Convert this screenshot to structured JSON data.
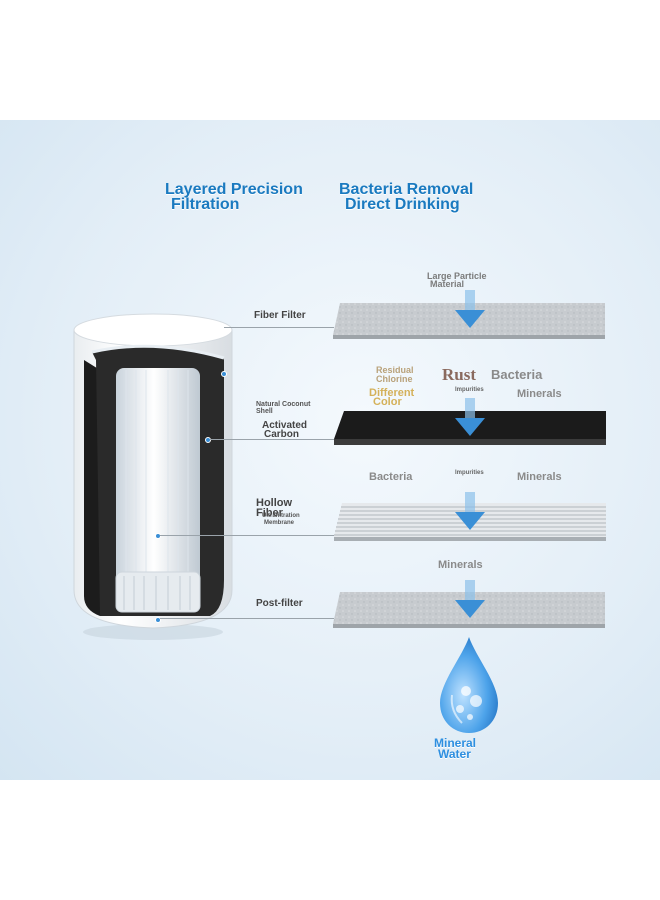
{
  "headings": {
    "left_line1": "Layered Precision",
    "left_line2": "Filtration",
    "right_line1": "Bacteria Removal",
    "right_line2": "Direct Drinking"
  },
  "labels": {
    "fiber_filter": "Fiber Filter",
    "natural_coconut_1": "Natural Coconut",
    "natural_coconut_2": "Shell",
    "activated_1": "Activated",
    "activated_2": "Carbon",
    "hollow": "Hollow",
    "fiber": "Fiber",
    "uf_1": "Ultrafiltration",
    "uf_2": "Membrane",
    "post_filter": "Post-filter"
  },
  "annotations": {
    "large_particle_1": "Large Particle",
    "large_particle_2": "Material",
    "residual_1": "Residual",
    "residual_2": "Chlorine",
    "rust": "Rust",
    "bacteria_1": "Bacteria",
    "impurities_1": "Impurities",
    "different_1": "Different",
    "different_2": "Color",
    "minerals_1": "Minerals",
    "bacteria_2": "Bacteria",
    "impurities_2": "Impurities",
    "minerals_2": "Minerals",
    "minerals_3": "Minerals",
    "mineral": "Mineral",
    "water": "Water"
  },
  "colors": {
    "heading_blue": "#1a7ac0",
    "arrow_blue": "#3a8fd6",
    "drop_blue": "#2e8fe0"
  }
}
